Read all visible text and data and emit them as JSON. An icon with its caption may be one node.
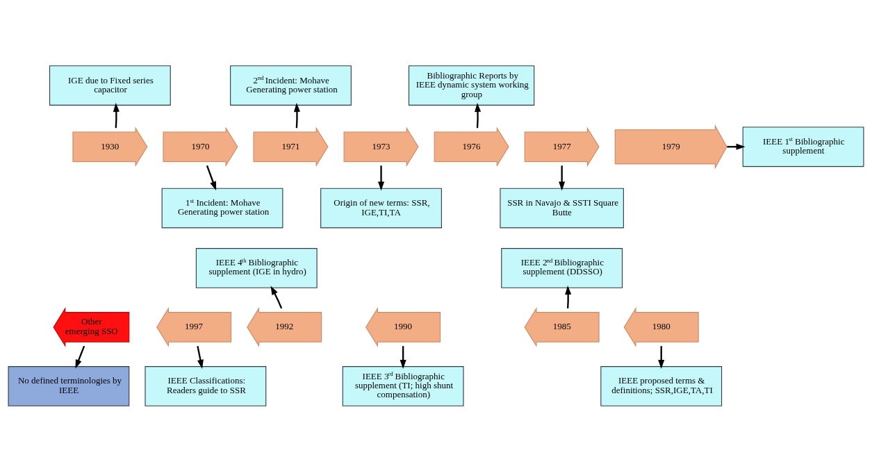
{
  "diagram": {
    "nodes": [
      {
        "text": [
          "IGE due to Fixed series capacitor"
        ]
      },
      {
        "text": [
          "2$^{nd}$ Incident: Mohave Generating power station"
        ]
      },
      {
        "text": [
          "Bibliographic Reports by IEEE dynamic system working group"
        ]
      },
      {
        "text": [
          "1930"
        ]
      },
      {
        "text": [
          "1970"
        ]
      },
      {
        "text": [
          "1971"
        ]
      },
      {
        "text": [
          "1973"
        ]
      },
      {
        "text": [
          "1976"
        ]
      },
      {
        "text": [
          "1977"
        ]
      },
      {
        "text": [
          "1$^{st}$ Incident: Mohave Generating power station"
        ]
      },
      {
        "text": [
          "Origin of new terms: SSR, IGE,TI,TA"
        ]
      },
      {
        "text": [
          "SSR in Navajo & SSTI Square Butte"
        ]
      },
      {
        "text": [
          "1979"
        ]
      },
      {
        "text": [
          "IEEE 1$^{st}$ Bibliographic supplement"
        ]
      },
      {
        "text": [
          "IEEE 4$^{th}$ Bibliographic supplement (IGE in hydro)"
        ]
      },
      {
        "text": [
          "IEEE 2$^{nd}$ Bibliographic supplement (DDSSO)"
        ]
      },
      {
        "text": [
          "Other emerging SSO"
        ]
      },
      {
        "text": [
          "1997"
        ]
      },
      {
        "text": [
          "1992"
        ]
      },
      {
        "text": [
          "1990"
        ]
      },
      {
        "text": [
          "1985"
        ]
      },
      {
        "text": [
          "1980"
        ]
      },
      {
        "text": [
          "No defined terminologies by IEEE"
        ]
      },
      {
        "text": [
          "IEEE Classifications: Readers guide to SSR"
        ]
      },
      {
        "text": [
          "IEEE 3$^{rd}$ Bibliographic supplement (TI; high shunt compensation)"
        ]
      },
      {
        "text": [
          "IEEE proposed terms & definitions; SSR,IGE,TA,TI"
        ]
      }
    ],
    "edges": [
      {
        "from": 3,
        "to": 0,
        "arrow": "to"
      },
      {
        "from": 4,
        "to": 9,
        "arrow": "to"
      },
      {
        "from": 5,
        "to": 1,
        "arrow": "to"
      },
      {
        "from": 6,
        "to": 10,
        "arrow": "to"
      },
      {
        "from": 7,
        "to": 2,
        "arrow": "to"
      },
      {
        "from": 8,
        "to": 11,
        "arrow": "to"
      },
      {
        "from": 12,
        "to": 13,
        "arrow": "to"
      },
      {
        "from": 18,
        "to": 14,
        "arrow": "to"
      },
      {
        "from": 20,
        "to": 15,
        "arrow": "to"
      },
      {
        "from": 16,
        "to": 22,
        "arrow": "to"
      },
      {
        "from": 17,
        "to": 23,
        "arrow": "to"
      },
      {
        "from": 19,
        "to": 24,
        "arrow": "to"
      },
      {
        "from": 21,
        "to": 25,
        "arrow": "to"
      }
    ]
  }
}
